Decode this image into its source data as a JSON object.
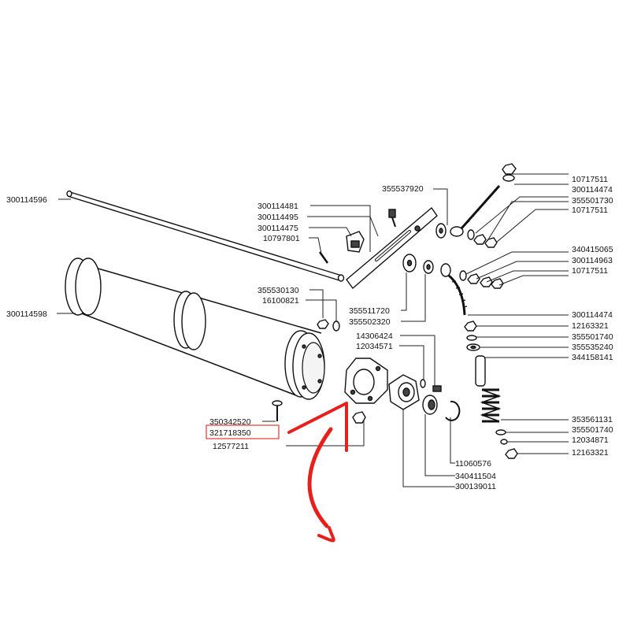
{
  "diagram": {
    "labels": [
      "300114596",
      "300114598",
      "300114481",
      "300114495",
      "300114475",
      "10797801",
      "355537920",
      "355530130",
      "16100821",
      "355511720",
      "355502320",
      "14306424",
      "12034571",
      "350342520",
      "321718350",
      "12577211",
      "10717511",
      "300114474",
      "355501730",
      "10717511",
      "340415065",
      "300114963",
      "10717511",
      "300114474",
      "12163321",
      "355501740",
      "355535240",
      "344158141",
      "353561131",
      "355501740",
      "12034871",
      "12163321",
      "11060576",
      "340411504",
      "300139011"
    ],
    "highlighted_label": "321718350",
    "colors": {
      "highlight_box": "#e03a3a",
      "annotation": "#e8201c",
      "ink": "#111111"
    }
  }
}
